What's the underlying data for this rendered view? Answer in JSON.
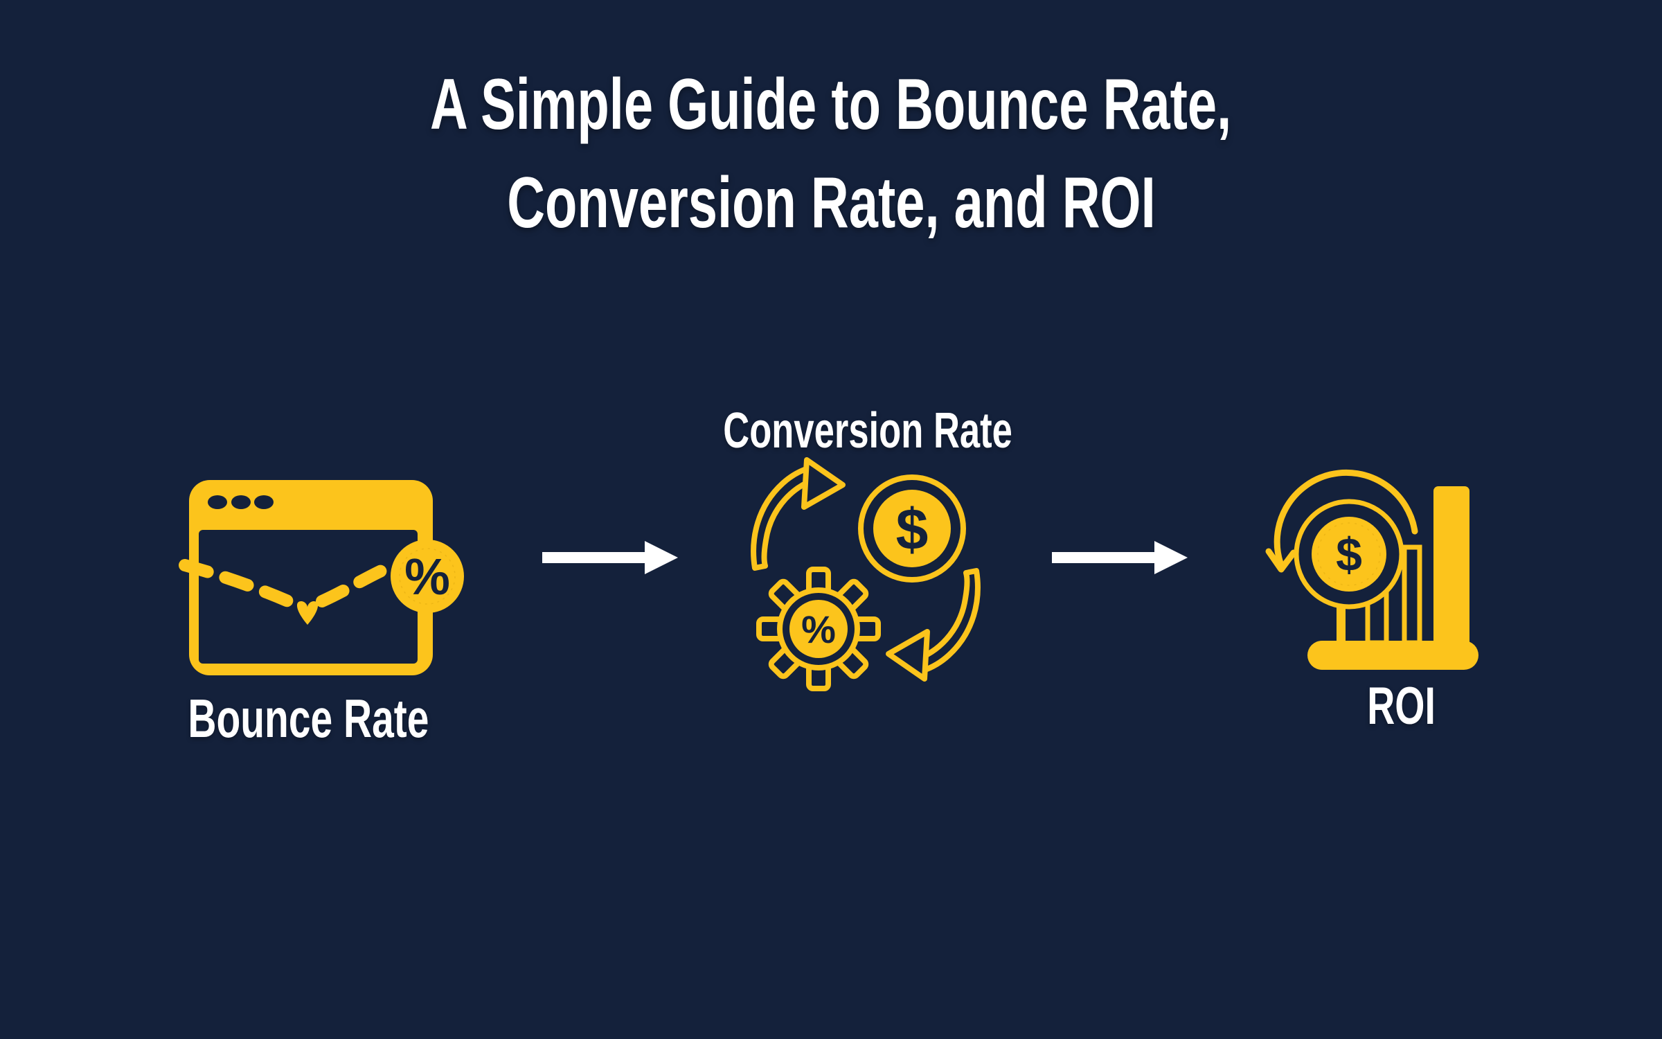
{
  "title": {
    "line1": "A Simple Guide to Bounce Rate,",
    "line2": "Conversion Rate, and ROI"
  },
  "steps": [
    {
      "label": "Bounce Rate",
      "icon": "browser-bounce-percent-icon"
    },
    {
      "label": "Conversion Rate",
      "icon": "dollar-gear-percent-cycle-icon"
    },
    {
      "label": "ROI",
      "icon": "coin-bar-chart-return-icon"
    }
  ],
  "icon_glyphs": {
    "dollar": "$",
    "percent": "%"
  },
  "colors": {
    "background": "#14213B",
    "accent_yellow": "#FCC41C",
    "text_white": "#FFFFFF"
  }
}
